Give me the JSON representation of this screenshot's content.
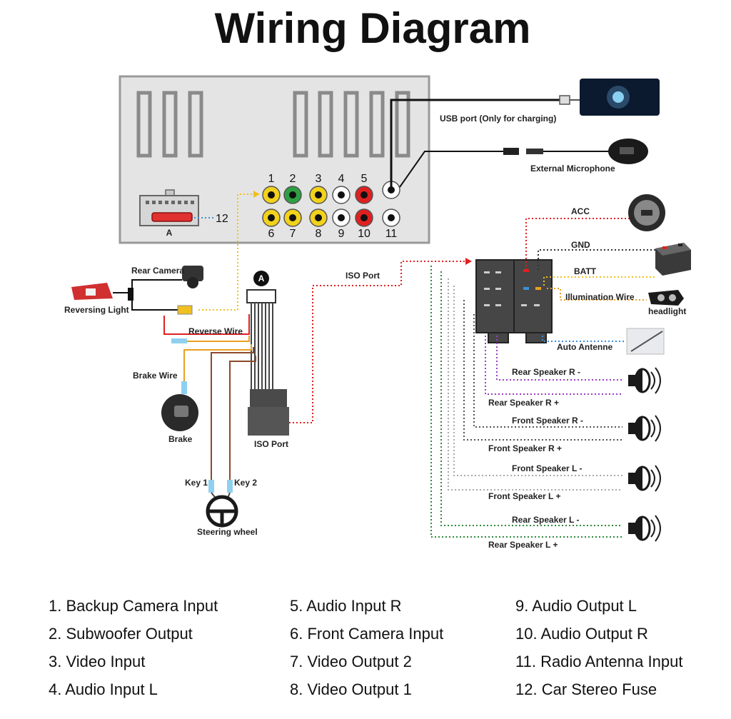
{
  "title": "Wiring Diagram",
  "labels": {
    "usb_port": "USB port (Only for charging)",
    "external_microphone": "External Microphone",
    "fuse_number": "12",
    "connector_a": "A",
    "rear_camera": "Rear Camera",
    "reversing_light": "Reversing Light",
    "reverse_wire": "Reverse Wire",
    "brake_wire": "Brake Wire",
    "brake": "Brake",
    "key_1": "Key 1",
    "key_2": "Key 2",
    "steering_wheel": "Steering wheel",
    "harness_a": "A",
    "iso_port_top": "ISO Port",
    "iso_port_bottom": "ISO Port",
    "acc": "ACC",
    "gnd": "GND",
    "batt": "BATT",
    "illumination_wire": "Illumination Wire",
    "headlight": "headlight",
    "auto_antenna": "Auto Antenne",
    "rear_speaker_r_minus": "Rear Speaker R  -",
    "rear_speaker_r_plus": "Rear Speaker R  +",
    "front_speaker_r_minus": "Front Speaker R  -",
    "front_speaker_r_plus": "Front Speaker R  +",
    "front_speaker_l_minus": "Front Speaker L -",
    "front_speaker_l_plus": "Front Speaker L +",
    "rear_speaker_l_minus": "Rear Speaker L  -",
    "rear_speaker_l_plus": "Rear Speaker L  +"
  },
  "ports": [
    {
      "number": "1",
      "color": "#f2d21a"
    },
    {
      "number": "2",
      "color": "#2ea043"
    },
    {
      "number": "3",
      "color": "#f2d21a"
    },
    {
      "number": "4",
      "color": "#ffffff"
    },
    {
      "number": "5",
      "color": "#e02020"
    },
    {
      "number": "6",
      "color": "#f2d21a"
    },
    {
      "number": "7",
      "color": "#f2d21a"
    },
    {
      "number": "8",
      "color": "#f2d21a"
    },
    {
      "number": "9",
      "color": "#ffffff"
    },
    {
      "number": "10",
      "color": "#e02020"
    },
    {
      "number": "11",
      "color": "#ffffff"
    }
  ],
  "legend": {
    "col1": [
      "1. Backup Camera Input",
      "2. Subwoofer Output",
      "3. Video Input",
      "4. Audio Input L"
    ],
    "col2": [
      "5. Audio Input R",
      "6. Front Camera Input",
      "7. Video Output 2",
      "8. Video Output 1"
    ],
    "col3": [
      "9. Audio Output L",
      "10. Audio Output R",
      "11. Radio Antenna Input",
      "12. Car Stereo Fuse"
    ]
  },
  "colors": {
    "unit_fill": "#e4e4e4",
    "unit_stroke": "#9a9a9a",
    "wire_yellow": "#f0c020",
    "wire_red": "#e02020",
    "wire_blue": "#3a8fd8",
    "wire_light_blue": "#8fd0f0",
    "wire_purple": "#9a40c0",
    "wire_gray": "#555555",
    "wire_light_gray": "#aaaaaa",
    "wire_green": "#2e8a3a",
    "wire_orange": "#e8a020",
    "wire_brown": "#8b4a2a"
  }
}
